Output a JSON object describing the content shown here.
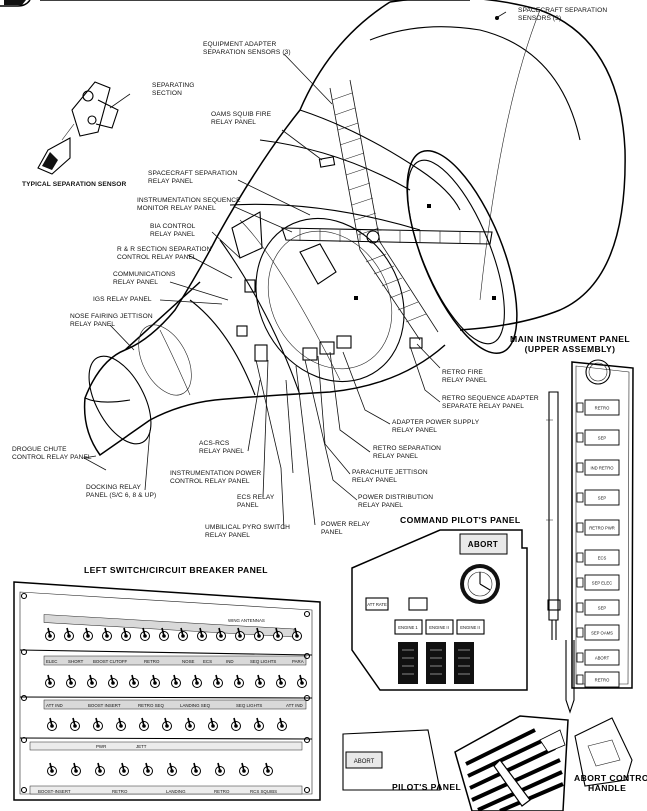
{
  "spacecraft_labels": {
    "sc_sep_sensors": [
      "SPACECRAFT SEPARATION",
      "SENSORS (3)"
    ],
    "equip_adapter": [
      "EQUIPMENT ADAPTER",
      "SEPARATION SENSORS (3)"
    ],
    "separating_section": [
      "SEPARATING",
      "SECTION"
    ],
    "oams_squib": [
      "OAMS SQUIB FIRE",
      "RELAY PANEL"
    ],
    "typical_sensor": "TYPICAL SEPARATION SENSOR",
    "sc_sep_relay": [
      "SPACECRAFT SEPARATION",
      "RELAY PANEL"
    ],
    "inst_seq": [
      "INSTRUMENTATION SEQUENCE",
      "MONITOR RELAY PANEL"
    ],
    "bia": [
      "BIA CONTROL",
      "RELAY PANEL"
    ],
    "rr_sep": [
      "R & R SECTION SEPARATION",
      "CONTROL RELAY PANEL"
    ],
    "comm": [
      "COMMUNICATIONS",
      "RELAY PANEL"
    ],
    "igs": "IGS RELAY PANEL",
    "nose_fairing": [
      "NOSE FAIRING JETTISON",
      "RELAY PANEL"
    ],
    "retro_fire": [
      "RETRO FIRE",
      "RELAY PANEL"
    ],
    "retro_seq_adapter": [
      "RETRO SEQUENCE ADAPTER",
      "SEPARATE RELAY PANEL"
    ],
    "adapter_power": [
      "ADAPTER POWER SUPPLY",
      "RELAY PANEL"
    ],
    "retro_sep": [
      "RETRO SEPARATION",
      "RELAY PANEL"
    ],
    "parachute": [
      "PARACHUTE JETTISON",
      "RELAY PANEL"
    ],
    "power_dist": [
      "POWER DISTRIBUTION",
      "RELAY PANEL"
    ],
    "drogue": [
      "DROGUE CHUTE",
      "CONTROL RELAY PANEL"
    ],
    "docking": [
      "DOCKING RELAY",
      "PANEL (S/C 6, 8 & UP)"
    ],
    "acs_rcs": [
      "ACS-RCS",
      "RELAY PANEL"
    ],
    "inst_power": [
      "INSTRUMENTATION POWER",
      "CONTROL RELAY PANEL"
    ],
    "ecs": [
      "ECS RELAY",
      "PANEL"
    ],
    "umbilical": [
      "UMBILICAL PYRO SWITCH",
      "RELAY PANEL"
    ],
    "power_relay": [
      "POWER RELAY",
      "PANEL"
    ]
  },
  "panel_titles": {
    "main_instrument": [
      "MAIN INSTRUMENT PANEL",
      "(UPPER ASSEMBLY)"
    ],
    "command_pilot": "COMMAND PILOT'S PANEL",
    "left_switch": "LEFT SWITCH/CIRCUIT BREAKER PANEL",
    "pilot": "PILOT'S PANEL",
    "abort_handle": [
      "ABORT CONTROL",
      "HANDLE"
    ]
  },
  "panel_text": {
    "abort": "ABORT",
    "att_rate": "ATT RATE",
    "engine_1": "ENGINE 1",
    "engine_ii_a": "ENGINE II",
    "engine_ii_b": "ENGINE II",
    "bottom_groups": [
      "BOOST-INSERT",
      "RETRO",
      "LANDING",
      "RETRO",
      "RCS SQUIBS"
    ],
    "row1_group": "WING ANTENNAS",
    "row2_labels": [
      "ELEC",
      "SHORT",
      "BOOST CUTOFF",
      "RETRO",
      "NOSE",
      "ECS",
      "IND",
      "SEQ LIGHTS",
      "PARA"
    ],
    "row3_labels": [
      "ATT IND",
      "BOOST INSERT",
      "RETRO SEQ",
      "LANDING SEQ",
      "SEQ LIGHTS",
      "ATT IND"
    ],
    "row4_labels": [
      "PWR",
      "JETT"
    ],
    "mi_buttons": [
      "RETRO",
      "SEP",
      "IND RETRO",
      "SEP",
      "RETRO PWR",
      "ECS",
      "SEP ELEC",
      "SEP",
      "SEP OAMS",
      "ABORT",
      "RETRO"
    ]
  }
}
